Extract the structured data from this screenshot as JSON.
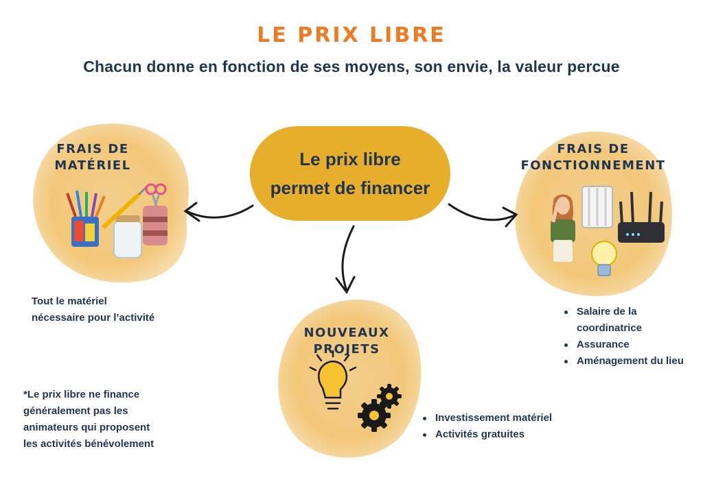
{
  "header": {
    "title": "LE PRIX LIBRE",
    "subtitle": "Chacun donne en fonction de ses moyens, son envie, la valeur percue"
  },
  "center": {
    "line1": "Le prix libre",
    "line2": "permet de financer"
  },
  "materiel": {
    "title_line1": "FRAIS DE",
    "title_line2": "MATÉRIEL",
    "desc_line1": "Tout le matériel",
    "desc_line2": "nécessaire pour l’activité"
  },
  "fonctionnement": {
    "title_line1": "FRAIS DE",
    "title_line2": "FONCTIONNEMENT",
    "items": [
      "Salaire de la",
      "coordinatrice",
      "Assurance",
      "Aménagement du lieu"
    ]
  },
  "projets": {
    "title_line1": "NOUVEAUX",
    "title_line2": "PROJETS",
    "items": [
      "Investissement matériel",
      "Activités gratuites"
    ]
  },
  "note": {
    "line1": "*Le prix libre ne finance",
    "line2": "généralement pas les",
    "line3": "animateurs qui proposent",
    "line4": "les activités bénévolement"
  },
  "colors": {
    "title": "#f07a22",
    "text": "#1f3550",
    "pill": "#e6ae2b",
    "blob": "#f2c77a"
  },
  "icons": [
    "art-supplies-icon",
    "radiator-icon",
    "router-icon",
    "lightbulb-icon",
    "gears-icon",
    "woman-illustration",
    "arrow-icon"
  ]
}
